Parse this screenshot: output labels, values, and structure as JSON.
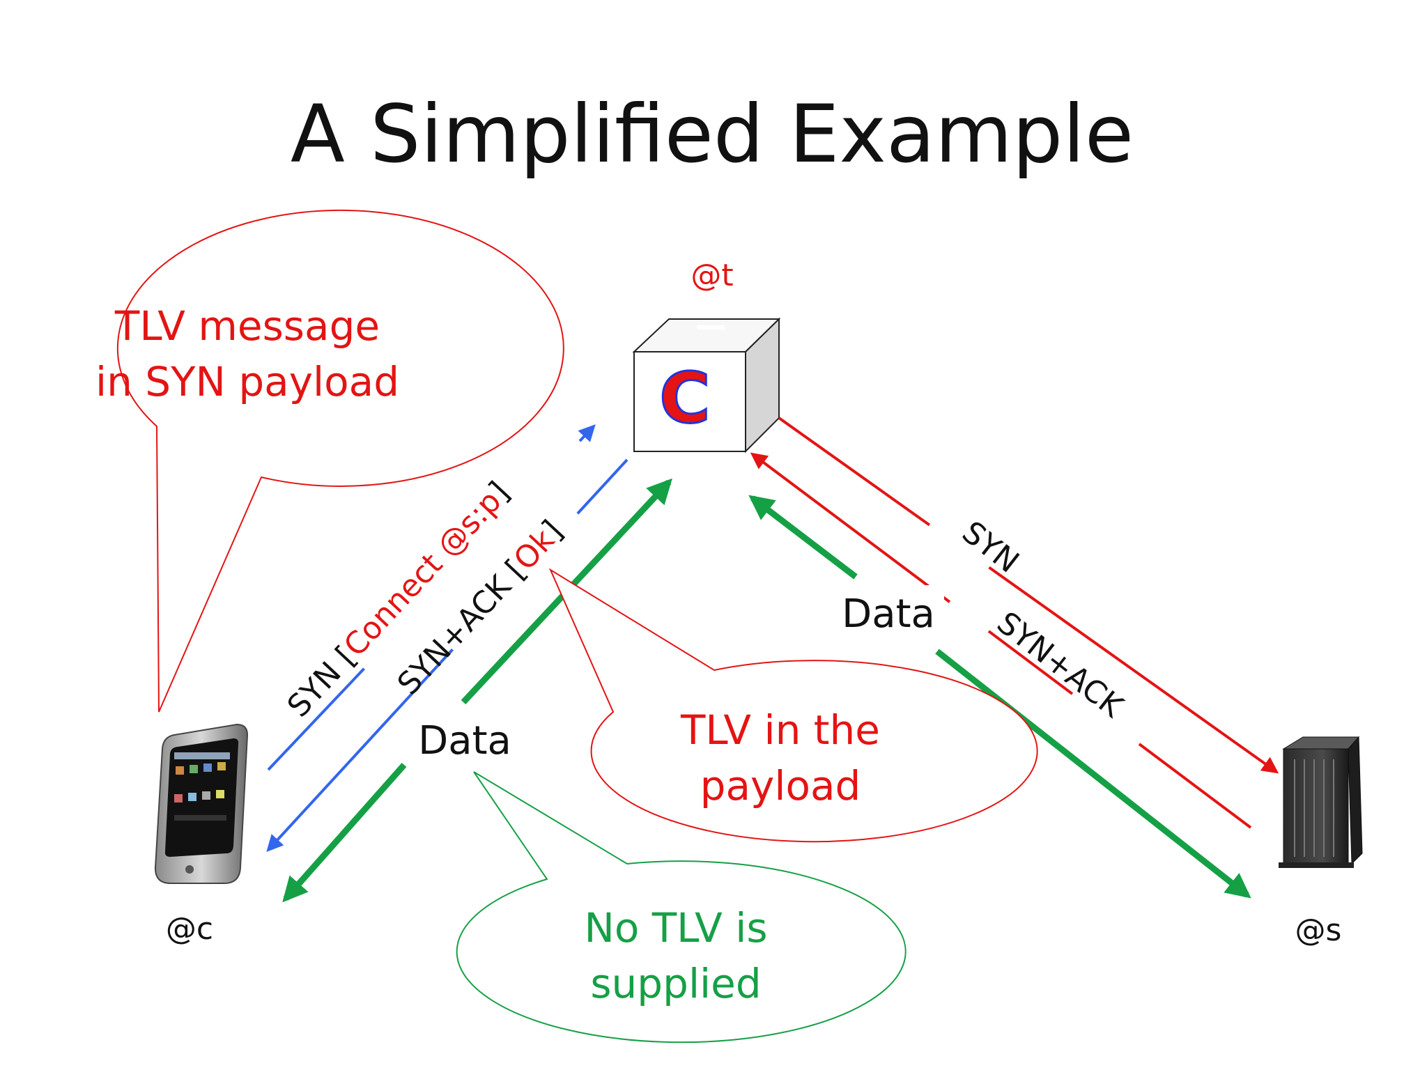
{
  "title": "A Simplified Example",
  "nodes": {
    "client": {
      "label": "@c"
    },
    "controller": {
      "label": "@t",
      "glyph": "C"
    },
    "server": {
      "label": "@s"
    }
  },
  "callouts": {
    "syn_payload": {
      "line1": "TLV message",
      "line2": "in SYN payload"
    },
    "tlv_payload": {
      "line1": "TLV in the",
      "line2": "payload"
    },
    "no_tlv": {
      "line1": "No TLV is",
      "line2": "supplied"
    }
  },
  "arrows": {
    "left_syn": {
      "prefix": "SYN [",
      "payload": "Connect @s:p",
      "suffix": "]"
    },
    "left_synack": {
      "prefix": "SYN+ACK [",
      "payload": "Ok",
      "suffix": "]"
    },
    "right_syn": "SYN",
    "right_synack": "SYN+ACK",
    "data_left": "Data",
    "data_right": "Data"
  },
  "colors": {
    "red": "#e41414",
    "blue": "#3366ee",
    "green": "#15a046"
  }
}
